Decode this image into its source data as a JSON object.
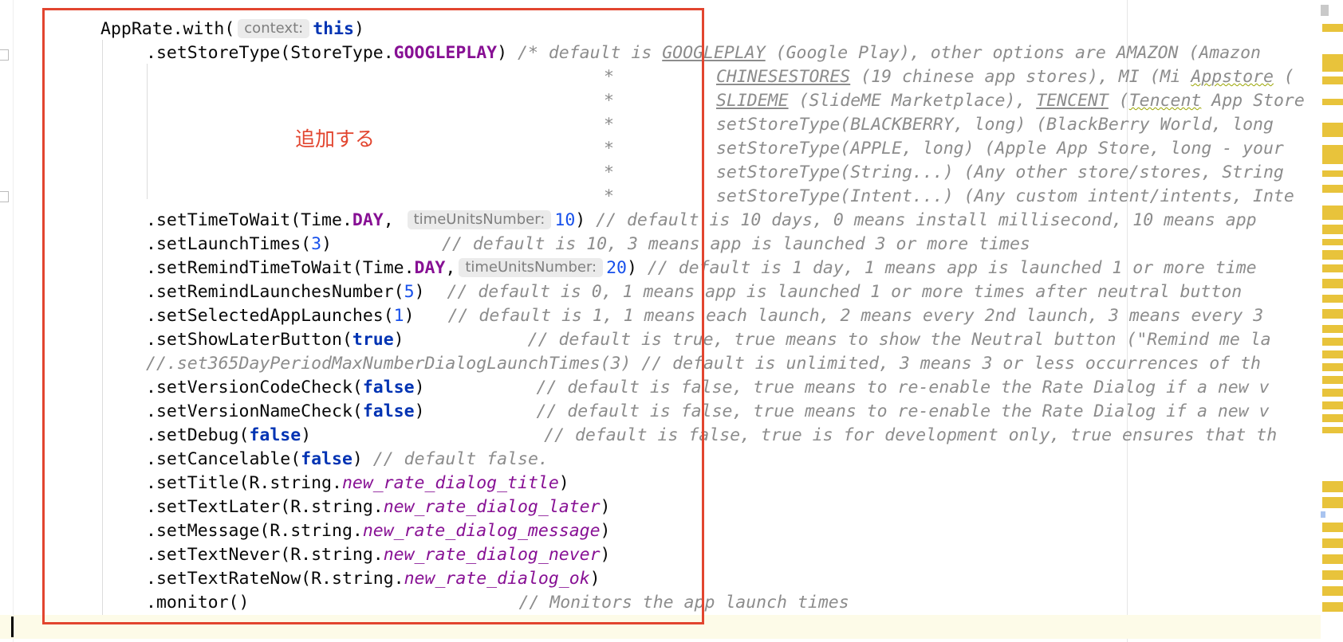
{
  "annotation": {
    "text": "追加する"
  },
  "code": {
    "appRateWith": "AppRate.with(",
    "contextHint": "context:",
    "thisKw": "this",
    "closeParen": ")",
    "l1_a": ".setStoreType(StoreType.",
    "l1_const": "GOOGLEPLAY",
    "l1_b": ") ",
    "l1_cmt_a": "/* default is ",
    "l1_cmt_u1": "GOOGLEPLAY",
    "l1_cmt_b": " (Google Play), other options are AMAZON (Amazon",
    "l2_star": "*",
    "l2_u": "CHINESESTORES",
    "l2_b": " (19 chinese app stores), MI (Mi ",
    "l2_u2": "Appstore",
    "l2_c": " (",
    "l3_star": "*",
    "l3_u": "SLIDEME",
    "l3_b": " (SlideME Marketplace), ",
    "l3_u2": "TENCENT",
    "l3_c": " (",
    "l3_u3": "Tencent",
    "l3_d": " App Store",
    "l4_star": "*",
    "l4_text": "setStoreType(BLACKBERRY, long) (BlackBerry World, long",
    "l5_star": "*",
    "l5_text": "setStoreType(APPLE, long) (Apple App Store, long - your",
    "l6_star": "*",
    "l6_text": "setStoreType(String...) (Any other store/stores, String",
    "l7_star": "*",
    "l7_text": "setStoreType(Intent...) (Any custom intent/intents, Inte",
    "l8_a": ".setTimeToWait(Time.",
    "l8_const": "DAY",
    "l8_b": ", ",
    "l8_hint": "timeUnitsNumber:",
    "l8_num": "10",
    "l8_c": ") ",
    "l8_cmt": "// default is 10 days, 0 means install millisecond, 10 means app",
    "l9_a": ".setLaunchTimes(",
    "l9_num": "3",
    "l9_b": ")",
    "l9_cmt": "// default is 10, 3 means app is launched 3 or more times",
    "l10_a": ".setRemindTimeToWait(Time.",
    "l10_const": "DAY",
    "l10_b": ",",
    "l10_hint": "timeUnitsNumber:",
    "l10_num": "20",
    "l10_c": ") ",
    "l10_cmt": "// default is 1 day, 1 means app is launched 1 or more time",
    "l11_a": ".setRemindLaunchesNumber(",
    "l11_num": "5",
    "l11_b": ")",
    "l11_cmt": "// default is 0, 1 means app is launched 1 or more times after neutral button",
    "l12_a": ".setSelectedAppLaunches(",
    "l12_num": "1",
    "l12_b": ")",
    "l12_cmt": "// default is 1, 1 means each launch, 2 means every 2nd launch, 3 means every 3",
    "l13_a": ".setShowLaterButton(",
    "l13_kw": "true",
    "l13_b": ")",
    "l13_cmt": "// default is true, true means to show the Neutral button (\"Remind me la",
    "l14_cmt": "//.set365DayPeriodMaxNumberDialogLaunchTimes(3) // default is unlimited, 3 means 3 or less occurrences of th",
    "l15_a": ".setVersionCodeCheck(",
    "l15_kw": "false",
    "l15_b": ")",
    "l15_cmt": "// default is false, true means to re-enable the Rate Dialog if a new v",
    "l16_a": ".setVersionNameCheck(",
    "l16_kw": "false",
    "l16_b": ")",
    "l16_cmt": "// default is false, true means to re-enable the Rate Dialog if a new v",
    "l17_a": ".setDebug(",
    "l17_kw": "false",
    "l17_b": ")",
    "l17_cmt": "// default is false, true is for development only, true ensures that th",
    "l18_a": ".setCancelable(",
    "l18_kw": "false",
    "l18_b": ") ",
    "l18_cmt": "// default false.",
    "l19_a": ".setTitle(R.string.",
    "l19_f": "new_rate_dialog_title",
    "l19_b": ")",
    "l20_a": ".setTextLater(R.string.",
    "l20_f": "new_rate_dialog_later",
    "l20_b": ")",
    "l21_a": ".setMessage(R.string.",
    "l21_f": "new_rate_dialog_message",
    "l21_b": ")",
    "l22_a": ".setTextNever(R.string.",
    "l22_f": "new_rate_dialog_never",
    "l22_b": ")",
    "l23_a": ".setTextRateNow(R.string.",
    "l23_f": "new_rate_dialog_ok",
    "l23_b": ")",
    "l24_a": ".monitor()",
    "l24_cmt": "// Monitors the app launch times"
  }
}
